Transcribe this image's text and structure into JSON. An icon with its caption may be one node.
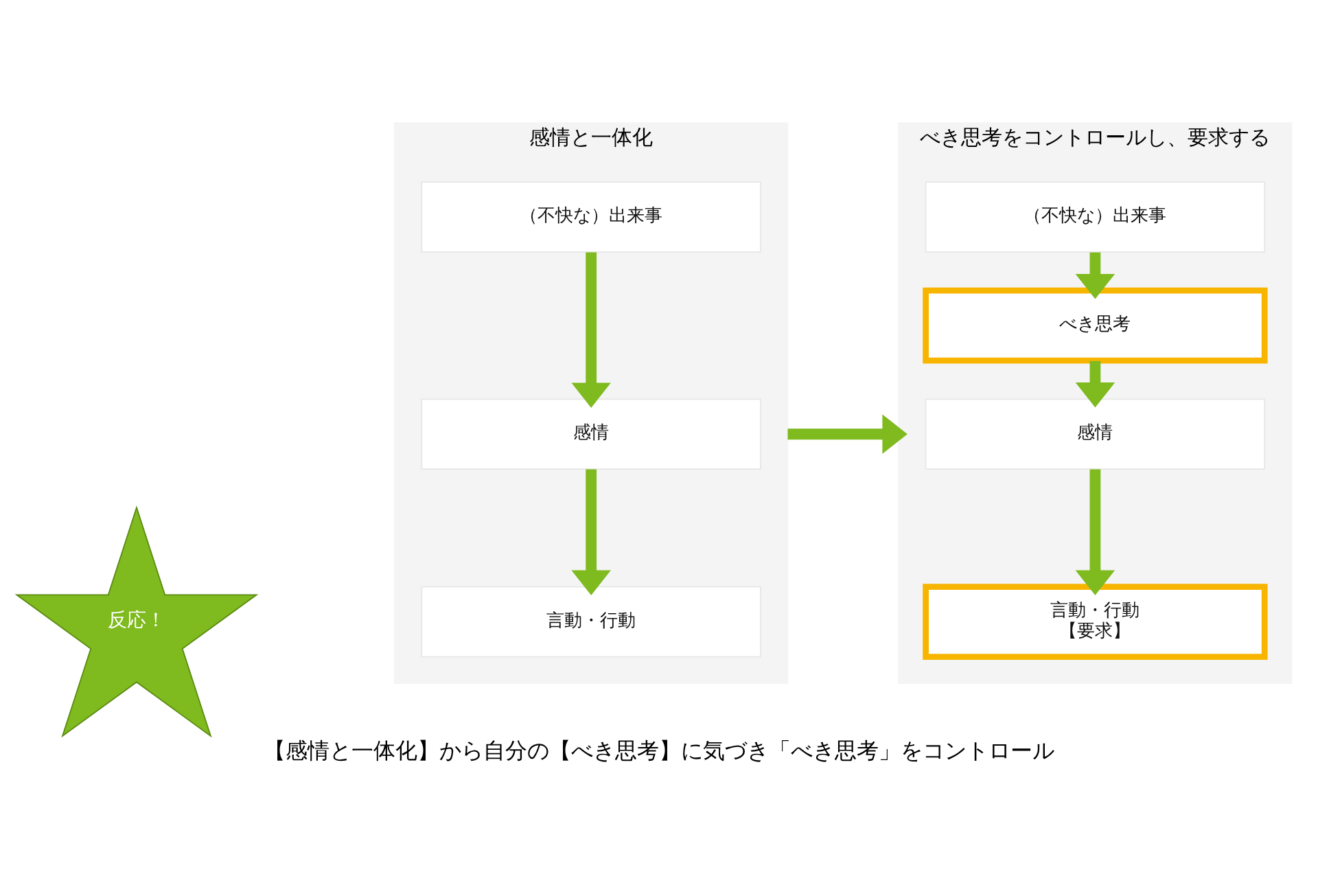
{
  "diagram": {
    "nodes": [
      {
        "text": [
          "感情と一体化"
        ]
      },
      {
        "text": [
          "（不快な）出来事"
        ],
        "in": 0
      },
      {
        "text": [
          "感情"
        ],
        "in": 0
      },
      {
        "text": [
          "言動・行動"
        ],
        "in": 0
      },
      {
        "text": [
          "反応！"
        ]
      },
      {
        "text": [
          "べき思考をコントロールし、要求する"
        ]
      },
      {
        "text": [
          "（不快な）出来事"
        ],
        "in": 5
      },
      {
        "text": [
          "べき思考"
        ],
        "in": 5
      },
      {
        "text": [
          "感情"
        ],
        "in": 5
      },
      {
        "text": [
          "言動・行動",
          "【要求】"
        ],
        "in": 5
      }
    ],
    "edges": [
      {
        "from": 1,
        "to": 2,
        "arrow": "to"
      },
      {
        "from": 2,
        "to": 3,
        "arrow": "to"
      },
      {
        "from": 0,
        "to": 5,
        "arrow": "to"
      },
      {
        "from": 6,
        "to": 7,
        "arrow": "to"
      },
      {
        "from": 7,
        "to": 8,
        "arrow": "to"
      },
      {
        "from": 8,
        "to": 9,
        "arrow": "to"
      }
    ],
    "caption": "【感情と一体化】から自分の【べき思考】に気づき「べき思考」をコントロール"
  }
}
